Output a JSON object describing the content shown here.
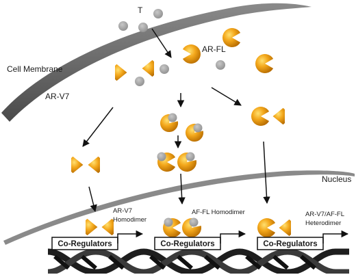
{
  "labels": {
    "testosterone": "T",
    "cell_membrane": "Cell Membrane",
    "ar_fl": "AR-FL",
    "ar_v7": "AR-V7",
    "nucleus": "Nucleus",
    "homodimer_v7_line1": "AR-V7",
    "homodimer_v7_line2": "Homodimer",
    "homodimer_fl": "AF-FL Homodimer",
    "heterodimer_line1": "AR-V7/AF-FL",
    "heterodimer_line2": "Heterodimer"
  },
  "co_regulators": [
    "Co-Regulators",
    "Co-Regulators",
    "Co-Regulators"
  ],
  "colors": {
    "receptor_orange": "#f0a21a",
    "receptor_highlight": "#ffd257",
    "receptor_shadow": "#b36a00",
    "ligand_gray": "#aaaaaa",
    "membrane_gray": "#6a6a6a",
    "nucleus_gray": "#8a8a8a",
    "dna_black": "#222222"
  },
  "icons": [
    "ligand-circle-icon",
    "receptor-pacman-icon",
    "receptor-wedge-icon",
    "arrow-icon",
    "dna-helix-icon"
  ]
}
